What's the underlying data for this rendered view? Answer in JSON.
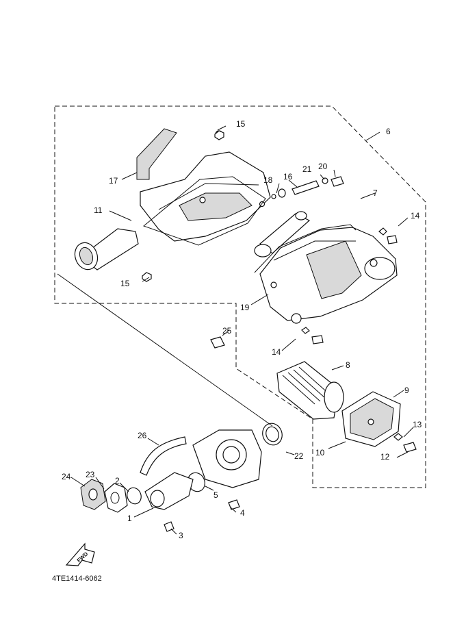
{
  "diagram": {
    "doc_code": "4TE1414-6062",
    "fwd_label": "FWD",
    "callouts": {
      "p1": "1",
      "p2": "2",
      "p3": "3",
      "p4": "4",
      "p5": "5",
      "p6": "6",
      "p7": "7",
      "p8": "8",
      "p9": "9",
      "p10": "10",
      "p11": "11",
      "p12": "12",
      "p13": "13",
      "p14a": "14",
      "p14b": "14",
      "p15a": "15",
      "p15b": "15",
      "p16": "16",
      "p17": "17",
      "p18": "18",
      "p19": "19",
      "p20": "20",
      "p21": "21",
      "p22": "22",
      "p23": "23",
      "p24": "24",
      "p25": "25",
      "p26": "26"
    }
  }
}
